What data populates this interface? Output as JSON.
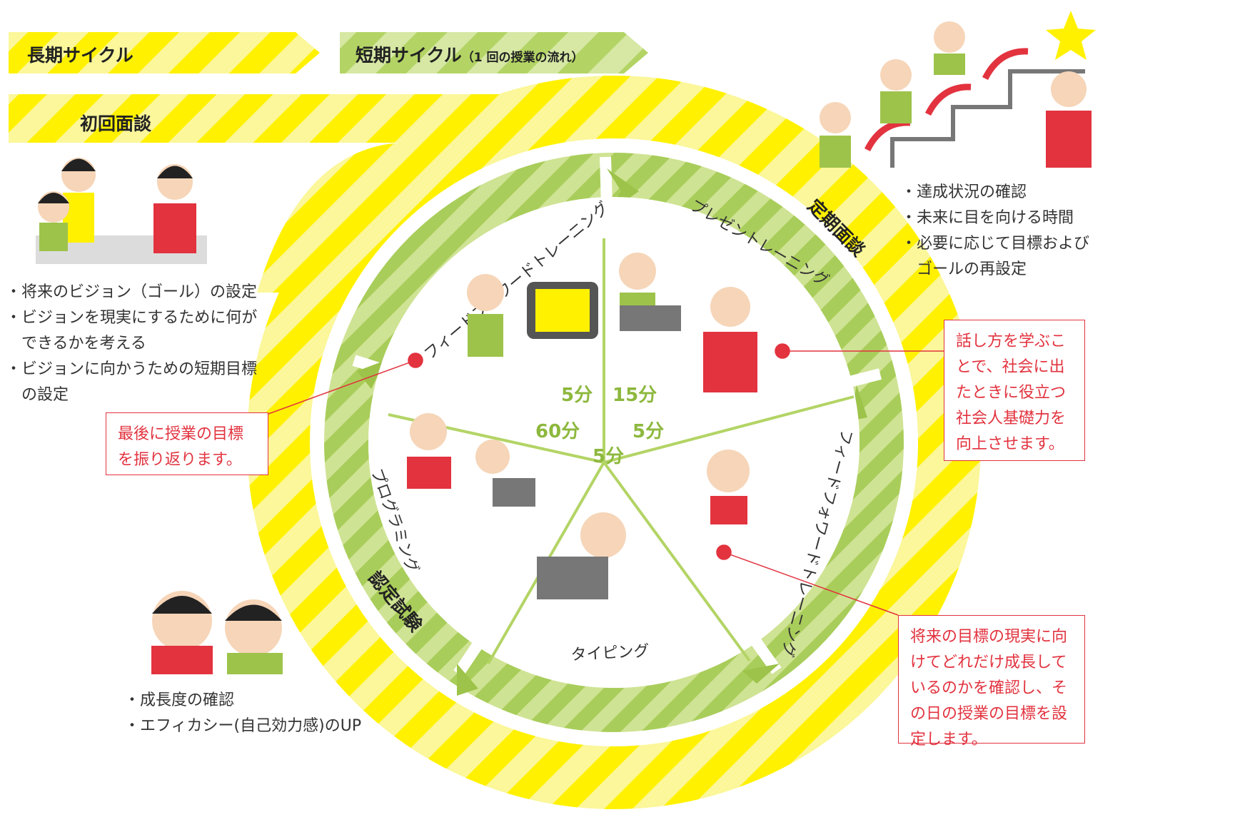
{
  "banners": {
    "long_cycle": "長期サイクル",
    "short_cycle": "短期サイクル",
    "short_cycle_note": "（1 回の授業の流れ）",
    "first_interview": "初回面談"
  },
  "first_interview_points": [
    "・将来のビジョン（ゴール）の設定",
    "・ビジョンを現実にするために何が",
    "　できるかを考える",
    "・ビジョンに向かうための短期目標",
    "　の設定"
  ],
  "regular_interview": {
    "label": "定期面談",
    "points": [
      "・達成状況の確認",
      "・未来に目を向ける時間",
      "・必要に応じて目標および",
      "　ゴールの再設定"
    ]
  },
  "certification": {
    "label": "認定試験",
    "points": [
      "・成長度の確認",
      "・エフィカシー(自己効力感)のUP"
    ]
  },
  "segments": [
    {
      "label": "フィードフォワードトレーニング",
      "minutes": "5分"
    },
    {
      "label": "プレゼントレーニング",
      "minutes": "15分"
    },
    {
      "label": "フィードフォワードトレーニング",
      "minutes": "5分"
    },
    {
      "label": "タイピング",
      "minutes": "5分"
    },
    {
      "label": "プログラミング",
      "minutes": "60分"
    }
  ],
  "callouts": {
    "review": "最後に授業の目標を振り返ります。",
    "presentation": "話し方を学ぶことで、社会に出たときに役立つ社会人基礎力を向上させます。",
    "feedforward": "将来の目標の現実に向けてどれだけ成長しているのかを確認し、その日の授業の目標を設定します。"
  },
  "colors": {
    "yellow": "#fff100",
    "green": "#9dc34a",
    "red": "#e2333f"
  }
}
